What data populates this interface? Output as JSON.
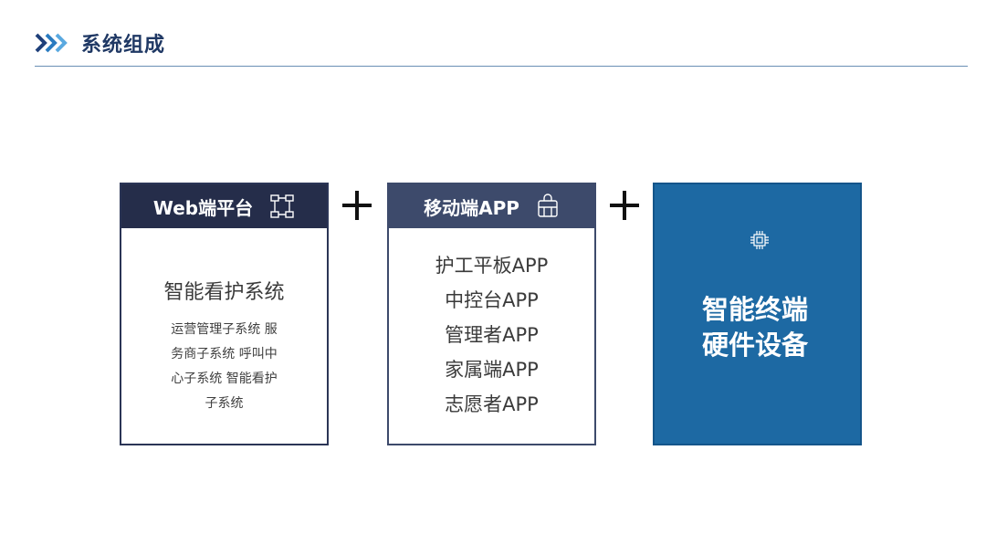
{
  "header": {
    "title": "系统组成",
    "accent": "#1a6fb0"
  },
  "web_card": {
    "title": "Web端平台",
    "icon": "flowchart-icon",
    "main": "智能看护系统",
    "sub": "运营管理子系统 服务商子系统 呼叫中心子系统 智能看护子系统"
  },
  "mobile_card": {
    "title": "移动端APP",
    "icon": "package-icon",
    "items": [
      "护工平板APP",
      "中控台APP",
      "管理者APP",
      "家属端APP",
      "志愿者APP"
    ]
  },
  "hardware_card": {
    "icon": "chip-icon",
    "text": "智能终端 硬件设备",
    "color": "#1d69a3"
  }
}
